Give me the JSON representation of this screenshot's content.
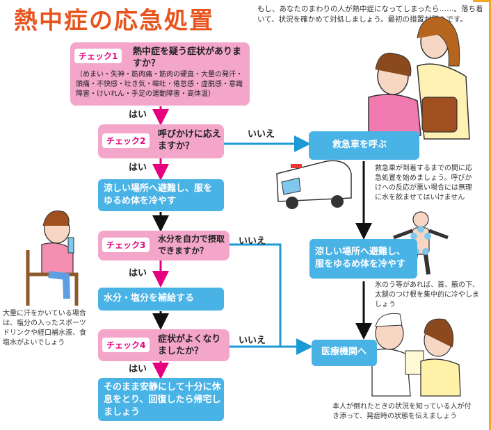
{
  "title": "熱中症の応急処置",
  "intro": "もし、あなたのまわりの人が熱中症になってしまったら……。落ち着いて、状況を確かめて対処しましょう。最初の措置が肝心です。",
  "check1": {
    "tag": "チェック1",
    "question": "熱中症を疑う症状がありますか？",
    "symptoms": "（めまい・失神・筋肉痛・筋肉の硬直・大量の発汗・頭痛・不快感・吐き気・嘔吐・倦怠感・虚脱感・意識障害・けいれん・手足の運動障害・高体温）"
  },
  "check2": {
    "tag": "チェック2",
    "question": "呼びかけに応えますか？"
  },
  "check3": {
    "tag": "チェック3",
    "question": "水分を自力で摂取できますか？"
  },
  "check4": {
    "tag": "チェック4",
    "question": "症状がよくなりましたか？"
  },
  "yes_label": "はい",
  "no_label": "いいえ",
  "actions": {
    "cool": "涼しい場所へ避難し、服をゆるめ体を冷やす",
    "hydrate": "水分・塩分を補給する",
    "rest": "そのまま安静にして十分に休息をとり、回復したら帰宅しましょう",
    "ambulance": "救急車を呼ぶ",
    "cool_right": "涼しい場所へ避難し、服をゆるめ体を冷やす",
    "hospital": "医療機関へ"
  },
  "notes": {
    "ambulance": "救急車が到着するまでの間に応急処置を始めましょう。呼びかけへの反応が悪い場合には無理に水を飲ませてはいけません",
    "ice": "氷のう等があれば、首、腋の下、太腿のつけ根を集中的に冷やしましょう",
    "drink": "大量に汗をかいている場合は、塩分の入ったスポーツドリンクや経口補水液、食塩水がよいでしょう",
    "hospital": "本人が倒れたときの状況を知っている人が付き添って、発症時の状態を伝えましょう"
  },
  "colors": {
    "pink_box": "#f3a6c9",
    "blue_box": "#49b3e6",
    "title": "#e8541e",
    "tag_text": "#e6007e",
    "frame": "#f5a623"
  }
}
